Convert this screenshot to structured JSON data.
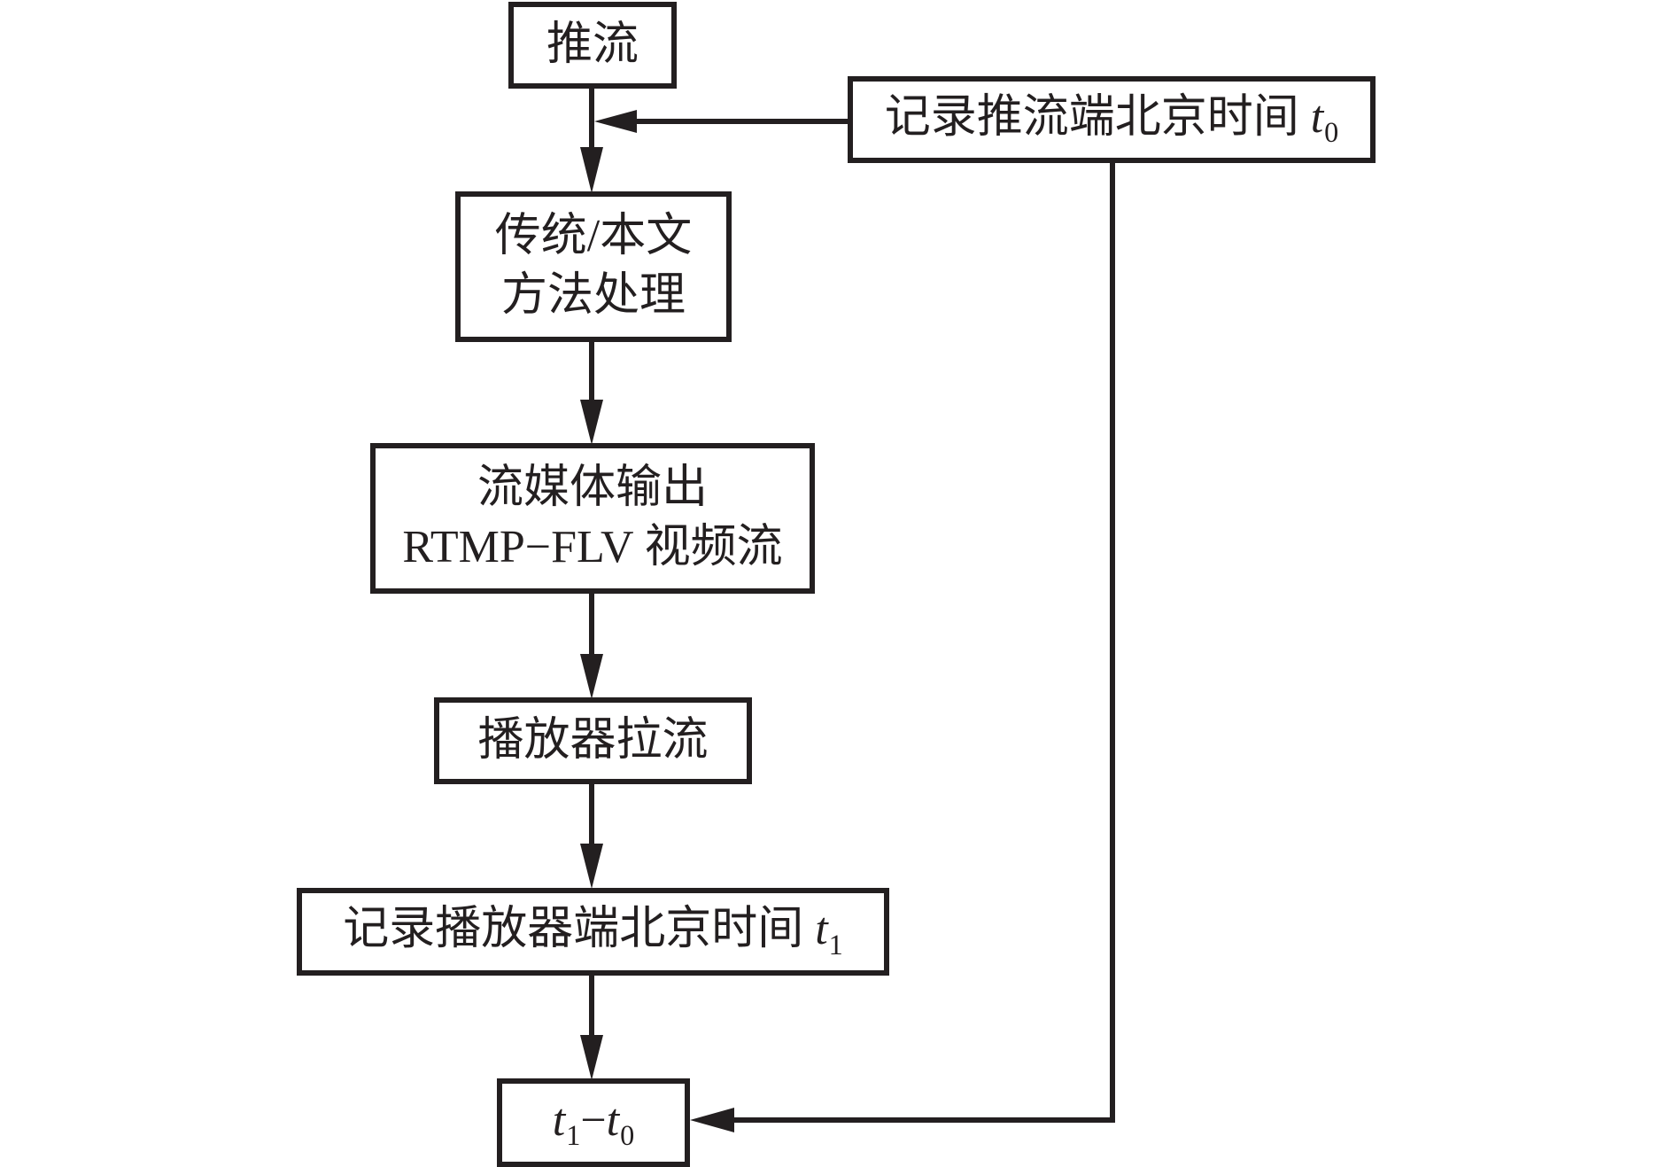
{
  "diagram": {
    "type": "flowchart",
    "nodes": {
      "push": {
        "lines": [
          "推流"
        ]
      },
      "record_push_time": {
        "text": "记录推流端北京时间",
        "var": "t",
        "sub": "0"
      },
      "process": {
        "lines": [
          "传统/本文",
          "方法处理"
        ]
      },
      "stream_output": {
        "lines": [
          "流媒体输出",
          "RTMP−FLV 视频流"
        ]
      },
      "player_pull": {
        "lines": [
          "播放器拉流"
        ]
      },
      "record_player_time": {
        "text": "记录播放器端北京时间",
        "var": "t",
        "sub": "1"
      },
      "difference": {
        "var1": "t",
        "sub1": "1",
        "op": "−",
        "var2": "t",
        "sub2": "0"
      }
    },
    "edges": [
      [
        "push",
        "process"
      ],
      [
        "record_push_time",
        "push-to-process-line"
      ],
      [
        "process",
        "stream_output"
      ],
      [
        "stream_output",
        "player_pull"
      ],
      [
        "player_pull",
        "record_player_time"
      ],
      [
        "record_player_time",
        "difference"
      ],
      [
        "record_push_time",
        "difference"
      ]
    ],
    "colors": {
      "stroke": "#231f20",
      "background": "#ffffff"
    }
  }
}
